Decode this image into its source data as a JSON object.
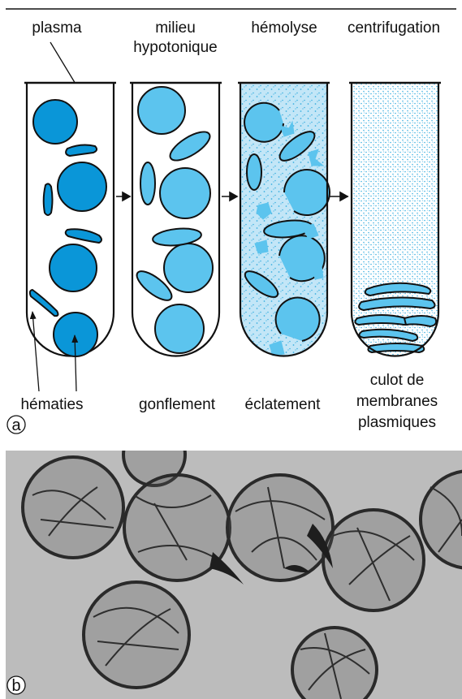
{
  "panel_a": {
    "letter": "a",
    "top_labels": {
      "plasma": "plasma",
      "milieu_line1": "milieu",
      "milieu_line2": "hypotonique",
      "hemolyse": "hémolyse",
      "centrifugation": "centrifugation"
    },
    "bottom_labels": {
      "hematies": "hématies",
      "gonflement": "gonflement",
      "eclatement": "éclatement",
      "culot_line1": "culot de",
      "culot_line2": "membranes",
      "culot_line3": "plasmiques"
    },
    "colors": {
      "cell_normal": "#0a96d8",
      "cell_swollen": "#5cc4ee",
      "hemolysed_medium": "#c3e6f7",
      "stipple": "#3aaee0",
      "outline": "#111111"
    }
  },
  "panel_b": {
    "letter": "b"
  }
}
